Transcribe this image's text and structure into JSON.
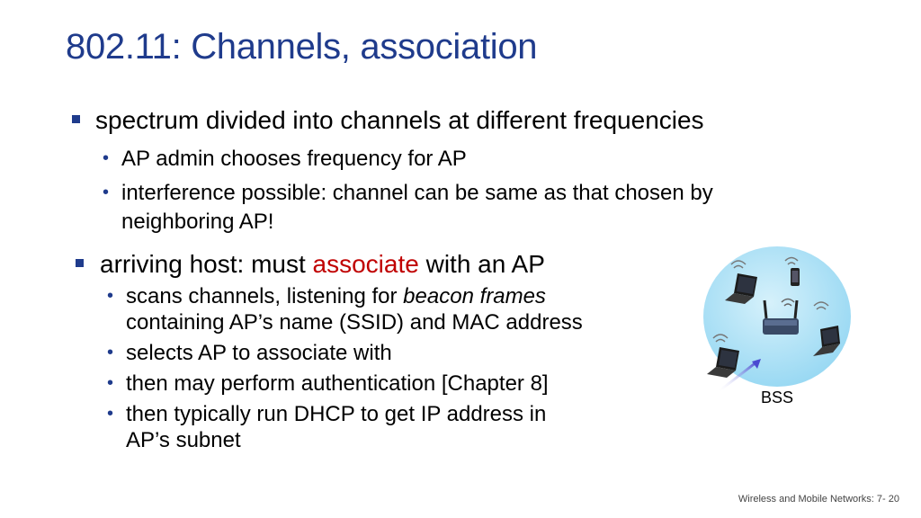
{
  "title": "802.11: Channels, association",
  "bullet1": {
    "text": "spectrum divided into channels at different frequencies",
    "sub": [
      "AP admin chooses frequency for AP",
      "interference possible: channel can be same as that chosen by",
      "neighboring AP!"
    ]
  },
  "bullet2": {
    "text_before": "arriving host: must ",
    "text_highlight": "associate",
    "text_after": " with an AP",
    "sub1_before": "scans channels, listening for ",
    "sub1_italic": "beacon frames",
    "sub1_line2": "containing AP’s name (SSID) and MAC address",
    "sub2": "selects AP to associate with",
    "sub3": "then may perform authentication [Chapter 8]",
    "sub4_line1": "then typically run DHCP to get IP address in",
    "sub4_line2": "AP’s subnet"
  },
  "diagram": {
    "label": "BSS"
  },
  "footer": "Wireless and Mobile Networks: 7- 20",
  "colors": {
    "title": "#1f3b8c",
    "highlight": "#c00000",
    "bss_fill": "#aee3f7"
  }
}
